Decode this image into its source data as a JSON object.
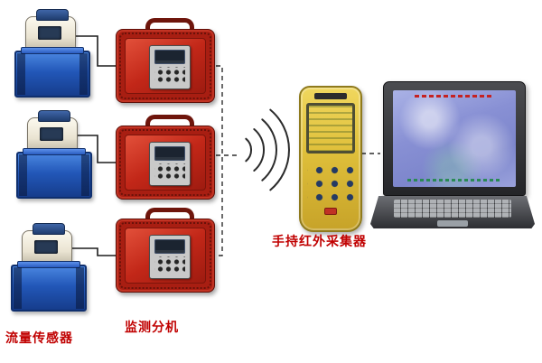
{
  "diagram": {
    "labels": {
      "flow_sensor": "流量传感器",
      "monitor_unit": "监测分机",
      "handheld_collector": "手持红外采集器"
    },
    "counts": {
      "flow_sensors": 3,
      "monitor_units": 3
    },
    "icons": {
      "wireless": "signal-arcs-icon"
    },
    "colors": {
      "label_red": "#c00000",
      "monitor_box_red": "#c22718",
      "monitor_frame_red": "#6e150c",
      "sensor_tank_blue": "#2257b8",
      "transmitter_cream": "#eae4d2",
      "handheld_yellow": "#dfbf3a",
      "lcd_green": "#9cba84",
      "laptop_screen_blue": "#8890d4",
      "connector_line": "#2e2e2e"
    }
  }
}
